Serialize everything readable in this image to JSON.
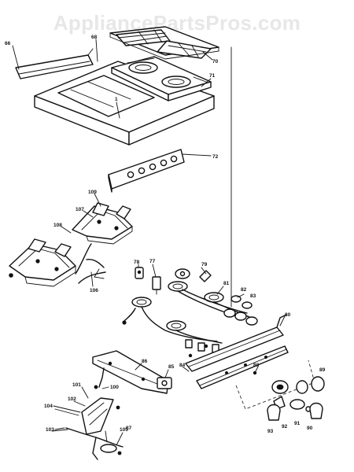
{
  "watermark": "AppliancePartsPros.com",
  "callouts": {
    "c66": "66",
    "c68": "68",
    "c70": "70",
    "c71": "71",
    "c72": "72",
    "c1": "1",
    "c109": "109",
    "c107": "107",
    "c108": "108",
    "c106": "106",
    "c78": "78",
    "c77": "77",
    "c79": "79",
    "c81": "81",
    "c82": "82",
    "c83": "83",
    "c80": "80",
    "c84": "84",
    "c85": "85",
    "c86": "86",
    "c101": "101",
    "c100": "100",
    "c102": "102",
    "c104": "104",
    "c103": "103",
    "c105": "105",
    "c87": "87",
    "c88": "88",
    "c89": "89",
    "c90": "90",
    "c91": "91",
    "c92": "92",
    "c93": "93"
  }
}
